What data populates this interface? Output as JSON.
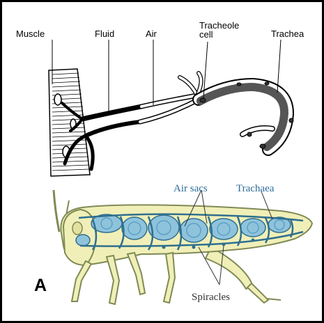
{
  "labels": {
    "muscle": "Muscle",
    "fluid": "Fluid",
    "air": "Air",
    "tracheole_cell_line1": "Tracheole",
    "tracheole_cell_line2": "cell",
    "trachea": "Trachea",
    "air_sacs": "Air sacs",
    "trachaea": "Trachaea",
    "spiracles": "Spiracles",
    "panel": "A"
  },
  "colors": {
    "frame": "#000000",
    "insect_body": "#f0efb8",
    "insect_outline": "#7f8a55",
    "air_system": "#8fc3dc",
    "air_system_outline": "#2f6f8f",
    "label_blue": "#2d6b9a"
  }
}
